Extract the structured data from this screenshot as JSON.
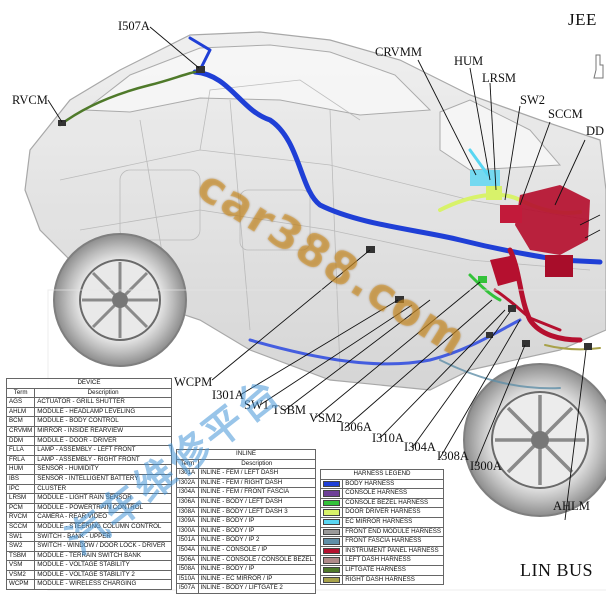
{
  "brand_text": "JEE",
  "bus_title": "LIN BUS",
  "callouts": {
    "i507a": "I507A",
    "rvcm": "RVCM",
    "crvmm": "CRVMM",
    "hum": "HUM",
    "lrsm": "LRSM",
    "sw2": "SW2",
    "sccm": "SCCM",
    "ddm": "DD",
    "wcpm": "WCPM",
    "i301a": "I301A",
    "sw1": "SW1",
    "tsbm": "TSBM",
    "vsm2": "VSM2",
    "i306a": "I306A",
    "i310a": "I310A",
    "i304a": "I304A",
    "i308a": "I308A",
    "i300a": "I300A",
    "ahlm": "AHLM"
  },
  "device_table": {
    "caption": "DEVICE",
    "headers": [
      "Term",
      "Description"
    ],
    "rows": [
      [
        "AGS",
        "ACTUATOR - GRILL SHUTTER"
      ],
      [
        "AHLM",
        "MODULE - HEADLAMP LEVELING"
      ],
      [
        "BCM",
        "MODULE - BODY CONTROL"
      ],
      [
        "CRVMM",
        "MIRROR - INSIDE REARVIEW"
      ],
      [
        "DDM",
        "MODULE - DOOR - DRIVER"
      ],
      [
        "FLLA",
        "LAMP - ASSEMBLY - LEFT FRONT"
      ],
      [
        "FRLA",
        "LAMP - ASSEMBLY - RIGHT FRONT"
      ],
      [
        "HUM",
        "SENSOR - HUMIDITY"
      ],
      [
        "IBS",
        "SENSOR - INTELLIGENT BATTERY"
      ],
      [
        "IPC",
        "CLUSTER"
      ],
      [
        "LRSM",
        "MODULE - LIGHT RAIN SENSOR"
      ],
      [
        "PCM",
        "MODULE - POWERTRAIN CONTROL"
      ],
      [
        "RVCM",
        "CAMERA - REAR VIDEO"
      ],
      [
        "SCCM",
        "MODULE - STEERING COLUMN CONTROL"
      ],
      [
        "SW1",
        "SWITCH - BANK - UPPER"
      ],
      [
        "SW2",
        "SWITCH - WINDOW / DOOR LOCK - DRIVER"
      ],
      [
        "TSBM",
        "MODULE - TERRAIN SWITCH BANK"
      ],
      [
        "VSM",
        "MODULE - VOLTAGE STABILITY"
      ],
      [
        "VSM2",
        "MODULE - VOLTAGE STABILITY 2"
      ],
      [
        "WCPM",
        "MODULE - WIRELESS CHARGING"
      ]
    ]
  },
  "inline_table": {
    "caption": "INLINE",
    "headers": [
      "Term",
      "Description"
    ],
    "rows": [
      [
        "I301A",
        "INLINE - FEM / LEFT DASH"
      ],
      [
        "I302A",
        "INLINE - FEM / RIGHT DASH"
      ],
      [
        "I304A",
        "INLINE - FEM / FRONT FASCIA"
      ],
      [
        "I306A",
        "INLINE - BODY / LEFT DASH"
      ],
      [
        "I308A",
        "INLINE - BODY / LEFT DASH 3"
      ],
      [
        "I309A",
        "INLINE - BODY / IP"
      ],
      [
        "I300A",
        "INLINE - BODY / IP"
      ],
      [
        "I501A",
        "INLINE - BODY / IP 2"
      ],
      [
        "I504A",
        "INLINE - CONSOLE / IP"
      ],
      [
        "I506A",
        "INLINE - CONSOLE / CONSOLE BEZEL"
      ],
      [
        "I508A",
        "INLINE - BODY / IP"
      ],
      [
        "I510A",
        "INLINE - EC MIRROR / IP"
      ],
      [
        "I507A",
        "INLINE - BODY / LIFTGATE 2"
      ]
    ]
  },
  "harness_table": {
    "caption": "HARNESS LEGEND",
    "rows": [
      {
        "color": "#1f3fd6",
        "label": "BODY HARNESS"
      },
      {
        "color": "#6e3f97",
        "label": "CONSOLE HARNESS"
      },
      {
        "color": "#33c23a",
        "label": "CONSOLE BEZEL HARNESS"
      },
      {
        "color": "#d8f26a",
        "label": "DOOR DRIVER HARNESS"
      },
      {
        "color": "#59d6f2",
        "label": "EC MIRROR HARNESS"
      },
      {
        "color": "#9a9a9a",
        "label": "FRONT END MODULE HARNESS"
      },
      {
        "color": "#5f8fa8",
        "label": "FRONT FASCIA HARNESS"
      },
      {
        "color": "#b5102f",
        "label": "INSTRUMENT PANEL HARNESS"
      },
      {
        "color": "#b08a8a",
        "label": "LEFT DASH HARNESS"
      },
      {
        "color": "#4f7a2a",
        "label": "LIFTGATE HARNESS"
      },
      {
        "color": "#a8a24a",
        "label": "RIGHT DASH HARNESS"
      }
    ]
  },
  "watermarks": {
    "url": "car388.com",
    "cn": "汽车维修平台"
  },
  "colors": {
    "body_harness": "#1f3fd6",
    "ip_harness": "#b5102f",
    "console_harness": "#6e3f97",
    "door_harness": "#d8f26a",
    "bezel_harness": "#33c23a",
    "ec_mirror_harness": "#59d6f2",
    "liftgate_harness": "#4f7a2a",
    "fascia_harness": "#5f8fa8",
    "wheel_rim": "#6a6a6a"
  }
}
